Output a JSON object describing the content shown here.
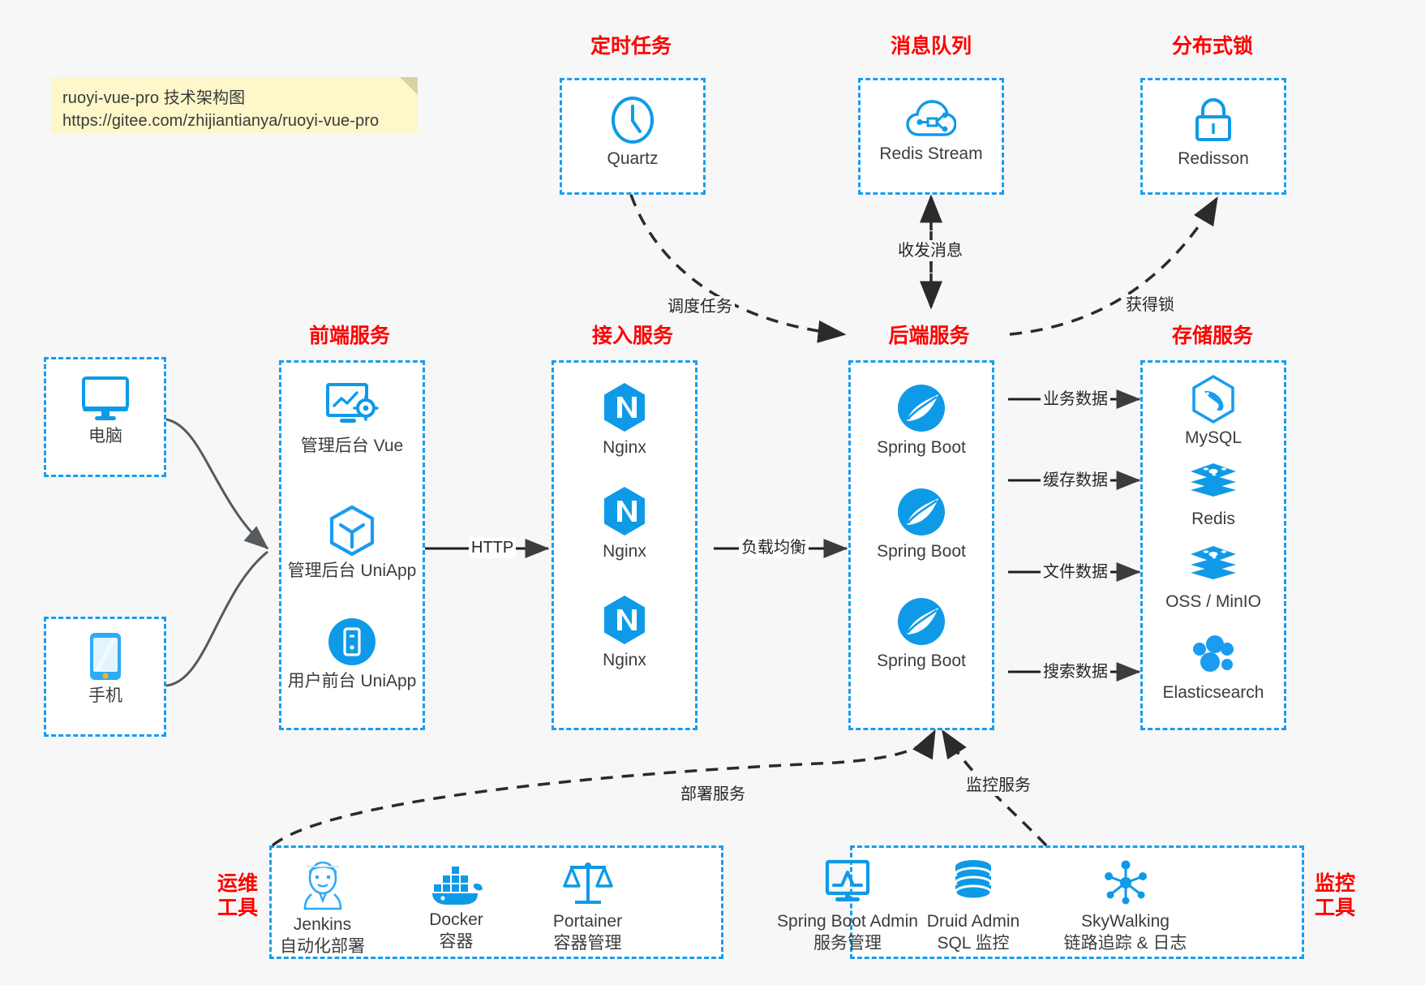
{
  "note": {
    "title": "ruoyi-vue-pro 技术架构图",
    "url": "https://gitee.com/zhijiantianya/ruoyi-vue-pro"
  },
  "colors": {
    "accent_blue": "#1a9cf0",
    "icon_blue": "#0f9ae8",
    "title_red": "#ff0000",
    "background": "#f7f7f7",
    "box_fill": "#ffffff",
    "edge_dark": "#3c3c3c",
    "note_yellow": "#fdf7c9"
  },
  "groups": {
    "scheduled_task": {
      "title": "定时任务"
    },
    "message_queue": {
      "title": "消息队列"
    },
    "distributed_lock": {
      "title": "分布式锁"
    },
    "frontend": {
      "title": "前端服务"
    },
    "gateway": {
      "title": "接入服务"
    },
    "backend": {
      "title": "后端服务"
    },
    "storage": {
      "title": "存储服务"
    },
    "devops": {
      "title_line1": "运维",
      "title_line2": "工具"
    },
    "monitor": {
      "title_line1": "监控",
      "title_line2": "工具"
    }
  },
  "clients": [
    {
      "label": "电脑",
      "icon": "desktop-computer-icon"
    },
    {
      "label": "手机",
      "icon": "mobile-phone-icon"
    }
  ],
  "scheduled_task_nodes": [
    {
      "label": "Quartz",
      "icon": "clock-icon"
    }
  ],
  "message_queue_nodes": [
    {
      "label": "Redis Stream",
      "icon": "cloud-network-icon"
    }
  ],
  "distributed_lock_nodes": [
    {
      "label": "Redisson",
      "icon": "padlock-icon"
    }
  ],
  "frontend_nodes": [
    {
      "label": "管理后台 Vue",
      "icon": "dashboard-gear-icon"
    },
    {
      "label": "管理后台 UniApp",
      "icon": "uniapp-cube-icon"
    },
    {
      "label": "用户前台 UniApp",
      "icon": "mobile-app-circle-icon"
    }
  ],
  "gateway_nodes": [
    {
      "label": "Nginx",
      "icon": "nginx-icon"
    },
    {
      "label": "Nginx",
      "icon": "nginx-icon"
    },
    {
      "label": "Nginx",
      "icon": "nginx-icon"
    }
  ],
  "backend_nodes": [
    {
      "label": "Spring Boot",
      "icon": "spring-boot-icon"
    },
    {
      "label": "Spring Boot",
      "icon": "spring-boot-icon"
    },
    {
      "label": "Spring Boot",
      "icon": "spring-boot-icon"
    }
  ],
  "storage_nodes": [
    {
      "label": "MySQL",
      "icon": "mysql-dolphin-icon"
    },
    {
      "label": "Redis",
      "icon": "redis-stack-icon"
    },
    {
      "label": "OSS / MinIO",
      "icon": "object-storage-icon"
    },
    {
      "label": "Elasticsearch",
      "icon": "elasticsearch-icon"
    }
  ],
  "devops_nodes": [
    {
      "label": "Jenkins",
      "sub": "自动化部署",
      "icon": "jenkins-butler-icon"
    },
    {
      "label": "Docker",
      "sub": "容器",
      "icon": "docker-whale-icon"
    },
    {
      "label": "Portainer",
      "sub": "容器管理",
      "icon": "portainer-scales-icon"
    }
  ],
  "monitor_nodes": [
    {
      "label": "Spring Boot Admin",
      "sub": "服务管理",
      "icon": "monitor-chart-icon"
    },
    {
      "label": "Druid Admin",
      "sub": "SQL 监控",
      "icon": "database-cylinder-icon"
    },
    {
      "label": "SkyWalking",
      "sub": "链路追踪 & 日志",
      "icon": "skywalking-node-icon"
    }
  ],
  "edge_labels": {
    "http": "HTTP",
    "load_balance": "负载均衡",
    "schedule_task": "调度任务",
    "send_receive_message": "收发消息",
    "acquire_lock": "获得锁",
    "business_data": "业务数据",
    "cache_data": "缓存数据",
    "file_data": "文件数据",
    "search_data": "搜索数据",
    "deploy_service": "部署服务",
    "monitor_service": "监控服务"
  }
}
